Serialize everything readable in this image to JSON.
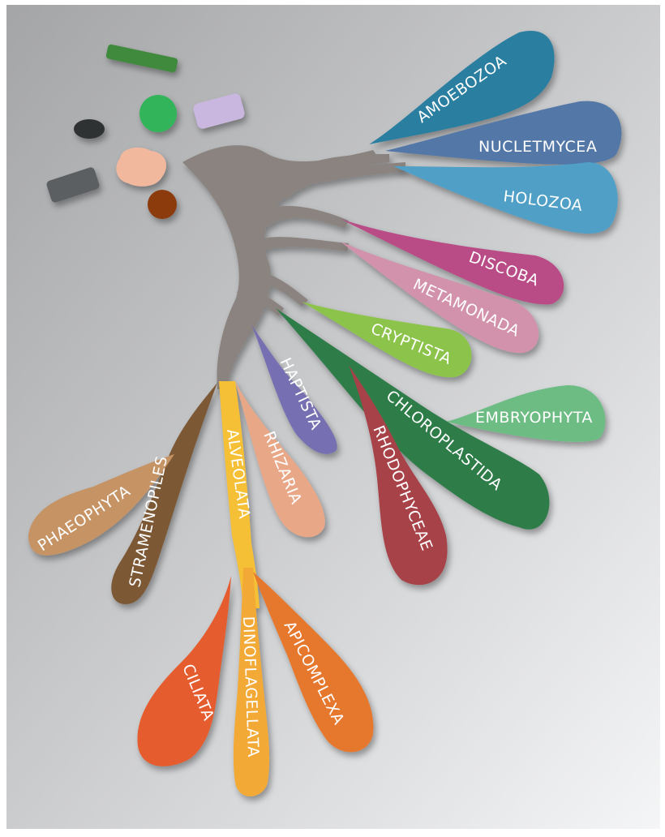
{
  "diagram": {
    "colors": {
      "background_light": "#f4f5f6",
      "background_dark": "#a4a5a7",
      "trunk": "#8a837f"
    },
    "icons": [
      {
        "name": "green-rod-icon",
        "color": "#3f8a3c"
      },
      {
        "name": "green-sphere-icon",
        "color": "#33b55a"
      },
      {
        "name": "lavender-capsule-icon",
        "color": "#c9b7df"
      },
      {
        "name": "dark-pebble-icon",
        "color": "#2e3132"
      },
      {
        "name": "peach-blob-icon",
        "color": "#f2b89d"
      },
      {
        "name": "grey-cylinder-icon",
        "color": "#5c5f62"
      },
      {
        "name": "brown-sphere-icon",
        "color": "#8c3a10"
      }
    ],
    "groups": [
      {
        "id": "amoebozoa",
        "label": "AMOEBOZOA",
        "color": "#2c7ea0"
      },
      {
        "id": "nucletmycea",
        "label": "NUCLETMYCEA",
        "color": "#5277a7"
      },
      {
        "id": "holozoa",
        "label": "HOLOZOA",
        "color": "#4f9fc6"
      },
      {
        "id": "discoba",
        "label": "DISCOBA",
        "color": "#b94c86"
      },
      {
        "id": "metamonada",
        "label": "METAMONADA",
        "color": "#d292ab"
      },
      {
        "id": "cryptista",
        "label": "CRYPTISTA",
        "color": "#8cc44c"
      },
      {
        "id": "embryophyta",
        "label": "EMBRYOPHYTA",
        "color": "#6dbc84"
      },
      {
        "id": "chloroplastida",
        "label": "CHLOROPLASTIDA",
        "color": "#2f7d4a"
      },
      {
        "id": "rhodophyceae",
        "label": "RHODOPHYCEAE",
        "color": "#a8424a"
      },
      {
        "id": "haptista",
        "label": "HAPTISTA",
        "color": "#7670b3"
      },
      {
        "id": "rhizaria",
        "label": "RHIZARIA",
        "color": "#e8a888"
      },
      {
        "id": "alveolata",
        "label": "ALVEOLATA",
        "color": "#f5c034"
      },
      {
        "id": "stramenopiles",
        "label": "STRAMENOPILES",
        "color": "#7d5836"
      },
      {
        "id": "phaeophyta",
        "label": "PHAEOPHYTA",
        "color": "#c69365"
      },
      {
        "id": "ciliata",
        "label": "CILIATA",
        "color": "#e55b2d"
      },
      {
        "id": "dinoflagellata",
        "label": "DINOFLAGELLATA",
        "color": "#f2a934"
      },
      {
        "id": "apicomplexa",
        "label": "APICOMPLEXA",
        "color": "#e6782e"
      }
    ]
  }
}
